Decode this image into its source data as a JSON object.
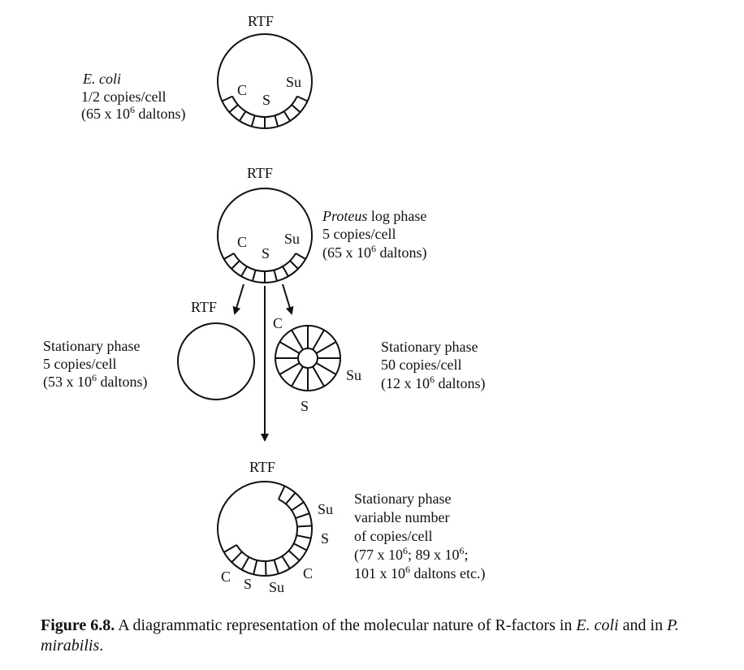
{
  "rtf_label": "RTF",
  "top": {
    "species": "E. coli",
    "copies": "1/2 copies/cell",
    "mass_pre": "(65 x 10",
    "mass_exp": "6",
    "mass_post": " daltons)",
    "genes": {
      "c": "C",
      "s": "S",
      "su": "Su"
    }
  },
  "middle": {
    "species": "Proteus",
    "phase": " log phase",
    "copies": "5 copies/cell",
    "mass_pre": "(65 x 10",
    "mass_exp": "6",
    "mass_post": " daltons)",
    "genes": {
      "c": "C",
      "s": "S",
      "su": "Su"
    }
  },
  "left": {
    "phase": "Stationary phase",
    "copies": "5 copies/cell",
    "mass_pre": "(53 x 10",
    "mass_exp": "6",
    "mass_post": " daltons)"
  },
  "right": {
    "phase": "Stationary phase",
    "copies": "50 copies/cell",
    "mass_pre": "(12 x 10",
    "mass_exp": "6",
    "mass_post": " daltons)",
    "genes": {
      "c": "C",
      "s": "S",
      "su": "Su"
    }
  },
  "bottom": {
    "phase": "Stationary phase",
    "line2": "variable number",
    "line3": "of copies/cell",
    "m1_pre": "(77 x 10",
    "m1_exp": "6",
    "m2_pre": ";  89 x 10",
    "m2_exp": "6",
    "m2_post": ";",
    "m3_pre": "101 x 10",
    "m3_exp": "6",
    "m3_post": " daltons etc.)",
    "genes": {
      "su": "Su",
      "s": "S",
      "c1": "C",
      "s2": "S",
      "su2": "Su",
      "c2": "C"
    }
  },
  "caption": {
    "label": "Figure 6.8.",
    "text": "  A diagrammatic representation of the molecular nature of R-factors in ",
    "sp1": "E. coli",
    "mid": " and in ",
    "sp2": "P. mirabilis",
    "end": "."
  }
}
